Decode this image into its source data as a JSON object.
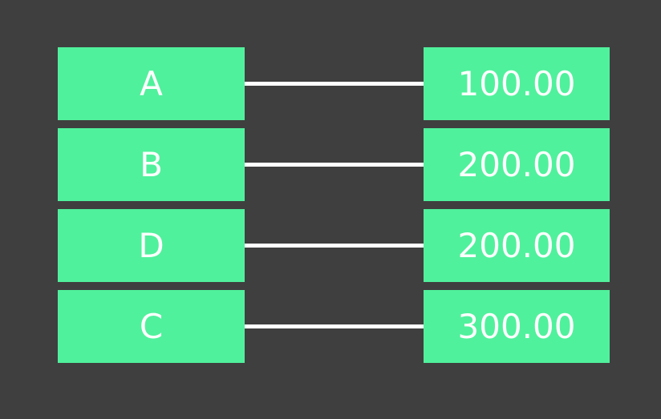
{
  "colors": {
    "background": "#3f3f3f",
    "box": "#50f19c",
    "line": "#ffffff",
    "text": "#ffffff"
  },
  "rows": [
    {
      "label": "A",
      "value": "100.00"
    },
    {
      "label": "B",
      "value": "200.00"
    },
    {
      "label": "D",
      "value": "200.00"
    },
    {
      "label": "C",
      "value": "300.00"
    }
  ]
}
